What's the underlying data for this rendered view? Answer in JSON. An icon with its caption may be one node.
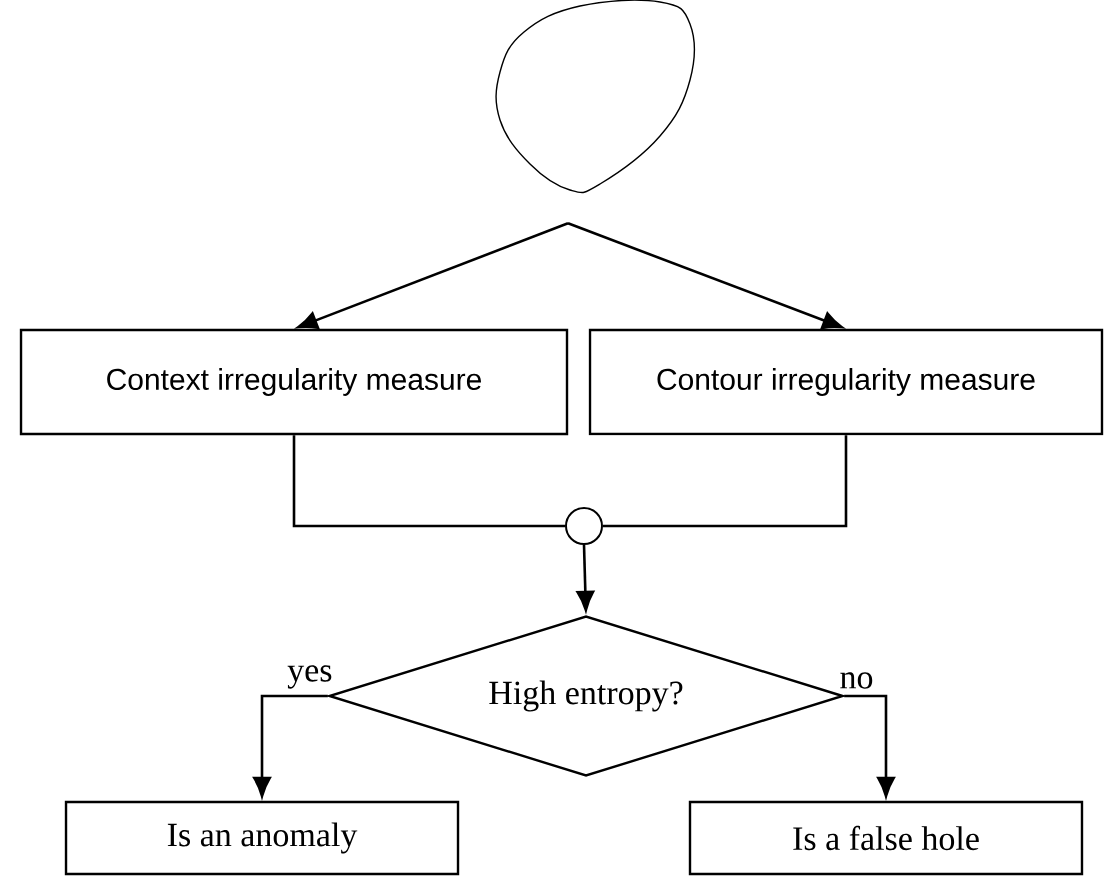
{
  "diagram": {
    "nodes": [
      {
        "text": [],
        "shape": "picture"
      },
      {
        "text": [
          "Context irregularity measure"
        ]
      },
      {
        "text": [
          "Contour irregularity measure"
        ]
      },
      {
        "text": [],
        "shape": "circle"
      },
      {
        "text": [
          "High entropy?"
        ]
      },
      {
        "text": [
          "Is an anomaly"
        ]
      },
      {
        "text": [
          "Is a false hole"
        ]
      }
    ],
    "edges": [
      {
        "from": 0,
        "to": 1,
        "arrow": "to"
      },
      {
        "from": 0,
        "to": 2,
        "arrow": "to"
      },
      {
        "from": 1,
        "to": 3,
        "arrow": "none"
      },
      {
        "from": 2,
        "to": 3,
        "arrow": "none"
      },
      {
        "from": 3,
        "to": 4,
        "arrow": "to"
      },
      {
        "from": 4,
        "to": 5,
        "arrow": "to",
        "label": "yes"
      },
      {
        "from": 4,
        "to": 6,
        "arrow": "to",
        "label": "no"
      }
    ]
  }
}
